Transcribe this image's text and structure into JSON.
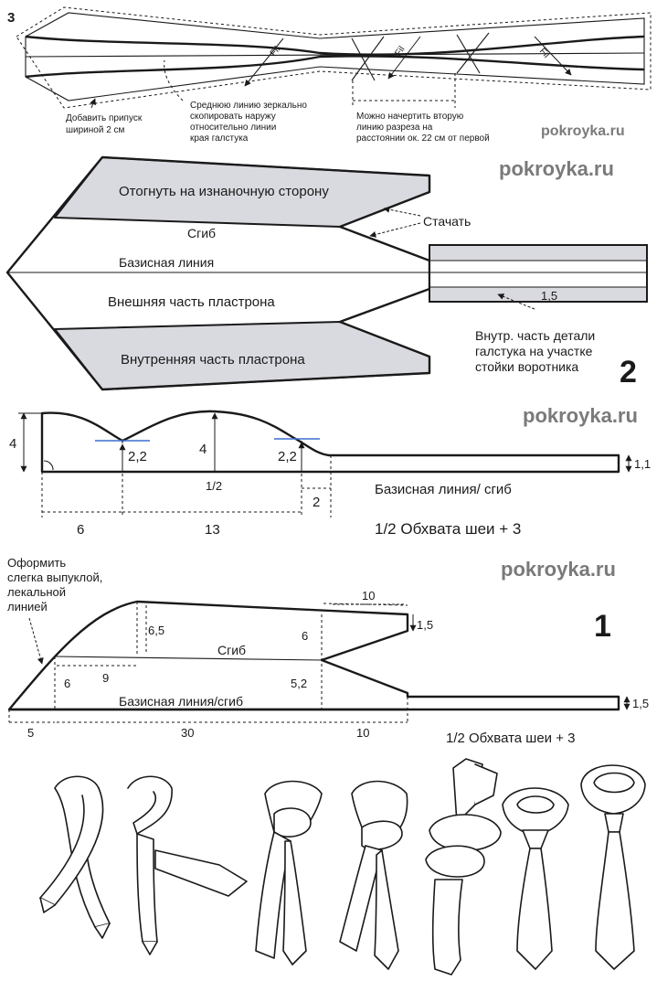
{
  "fig3": {
    "number": "3",
    "grain": [
      "Fil",
      "Fil",
      "Fil"
    ],
    "note_allowance": [
      "Добавить припуск",
      "шириной 2 см"
    ],
    "note_mirror": [
      "Среднюю линию зеркально",
      "скопировать наружу",
      "относительно линии",
      "края галстука"
    ],
    "note_cut": [
      "Можно начертить вторую",
      "линию разреза на",
      "расстоянии ок. 22 см от первой"
    ],
    "watermark": "pokroyka.ru"
  },
  "fig2": {
    "number": "2",
    "watermark": "pokroyka.ru",
    "fold_back": "Отогнуть на изнаночную сторону",
    "fold": "Сгиб",
    "stitch": "Стачать",
    "base_line": "Базисная линия",
    "outer_part": "Внешняя часть пластрона",
    "inner_part": "Внутренняя часть пластрона",
    "dim_15": "1,5",
    "note_inner": [
      "Внутр. часть детали",
      "галстука на участке",
      "стойки воротника"
    ]
  },
  "fig_mid": {
    "watermark": "pokroyka.ru",
    "h4_left": "4",
    "h22_a": "2,2",
    "h4_mid": "4",
    "half": "1/2",
    "h22_b": "2,2",
    "h11": "1,1",
    "d2": "2",
    "base_fold": "Базисная линия/ сгиб",
    "d6": "6",
    "d13": "13",
    "neck": "1/2 Обхвата шеи + 3"
  },
  "fig1": {
    "number": "1",
    "watermark": "pokroyka.ru",
    "note_shape": [
      "Оформить",
      "слегка выпуклой,",
      "лекальной",
      "линией"
    ],
    "d10_top": "10",
    "d15_a": "1,5",
    "d65": "6,5",
    "d6_right": "6",
    "fold": "Сгиб",
    "d9": "9",
    "d6_left": "6",
    "d52": "5,2",
    "base_fold": "Базисная линия/сгиб",
    "d15_b": "1,5",
    "d5": "5",
    "d30": "30",
    "d10_bottom": "10",
    "neck": "1/2 Обхвата шеи + 3"
  }
}
